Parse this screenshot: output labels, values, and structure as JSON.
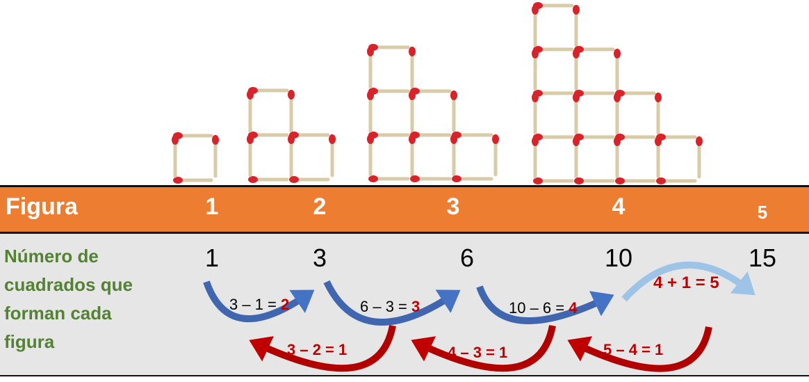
{
  "header": {
    "label": "Figura",
    "figures": [
      "1",
      "2",
      "3",
      "4",
      "5"
    ]
  },
  "row": {
    "label": "Número de cuadrados que forman cada figura",
    "counts": [
      "1",
      "3",
      "6",
      "10",
      "15"
    ]
  },
  "differences": [
    {
      "expr": "3 – 1 = ",
      "result": "2"
    },
    {
      "expr": "6 – 3 = ",
      "result": "3"
    },
    {
      "expr": "10 – 6 = ",
      "result": "4"
    }
  ],
  "prediction": "4 + 1 = 5",
  "second_differences": [
    "3 – 2 = 1",
    "4 – 3 = 1",
    "5 – 4 = 1"
  ],
  "colors": {
    "orange": "#ED7D31",
    "green": "#548235",
    "blue": "#4472C4",
    "red": "#C00000",
    "gray": "#E7E6E6"
  }
}
